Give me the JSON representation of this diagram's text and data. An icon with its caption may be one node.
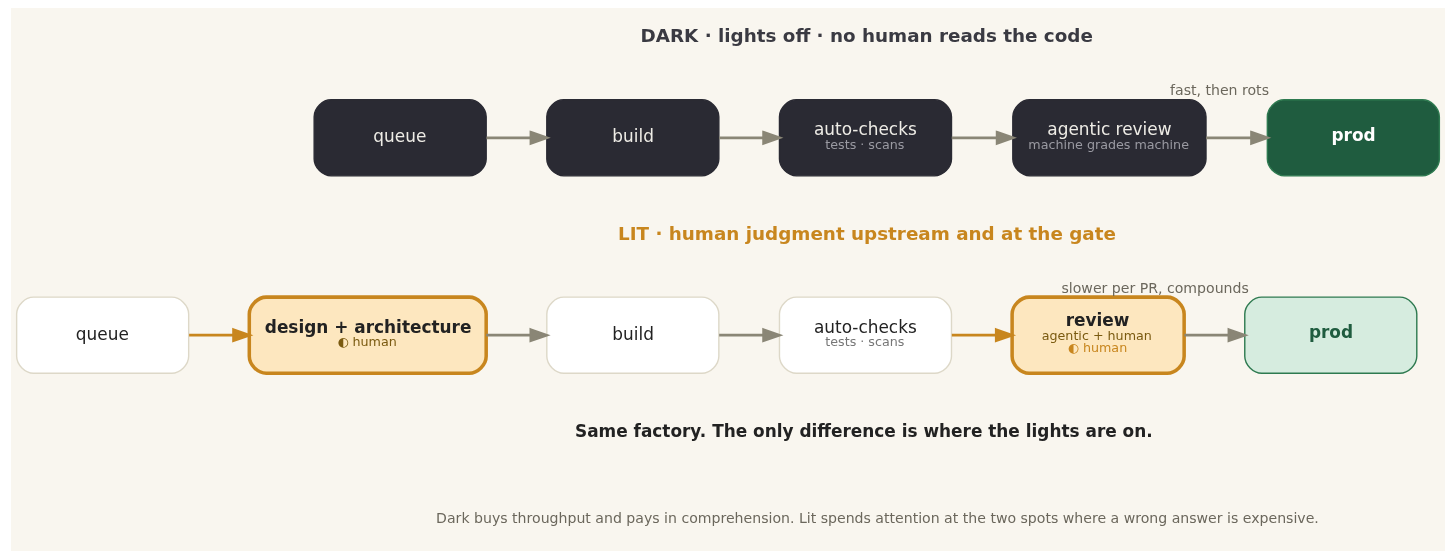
{
  "diagram": {
    "nodes": [
      {
        "text": [
          "queue"
        ]
      },
      {
        "text": [
          "build"
        ]
      },
      {
        "text": [
          "auto-checks",
          "tests · scans"
        ]
      },
      {
        "text": [
          "agentic review",
          "machine grades machine"
        ]
      },
      {
        "text": [
          "prod"
        ],
        "beside": [
          "fast, then rots"
        ]
      },
      {
        "text": [
          "queue"
        ]
      },
      {
        "text": [
          "design + architecture",
          "◐ human"
        ]
      },
      {
        "text": [
          "build"
        ]
      },
      {
        "text": [
          "auto-checks",
          "tests · scans"
        ]
      },
      {
        "text": [
          "review",
          "agentic + human",
          "◐ human"
        ]
      },
      {
        "text": [
          "prod"
        ],
        "beside": [
          "slower per PR, compounds"
        ]
      }
    ],
    "edges": [
      {
        "from": 0,
        "to": 1,
        "arrow": "to"
      },
      {
        "from": 1,
        "to": 2,
        "arrow": "to"
      },
      {
        "from": 2,
        "to": 3,
        "arrow": "to"
      },
      {
        "from": 3,
        "to": 4,
        "arrow": "to"
      },
      {
        "from": 5,
        "to": 6,
        "arrow": "to",
        "color": "#c8861e"
      },
      {
        "from": 6,
        "to": 7,
        "arrow": "to"
      },
      {
        "from": 7,
        "to": 8,
        "arrow": "to"
      },
      {
        "from": 8,
        "to": 9,
        "arrow": "to",
        "color": "#c8861e"
      },
      {
        "from": 9,
        "to": 10,
        "arrow": "to"
      }
    ],
    "labels": [
      "DARK · lights off · no human reads the code",
      "LIT · human judgment upstream and at the gate",
      "Same factory. The only difference is where the lights are on.",
      "Dark buys throughput and pays in comprehension. Lit spends attention at the two spots where a wrong answer is expensive."
    ]
  }
}
